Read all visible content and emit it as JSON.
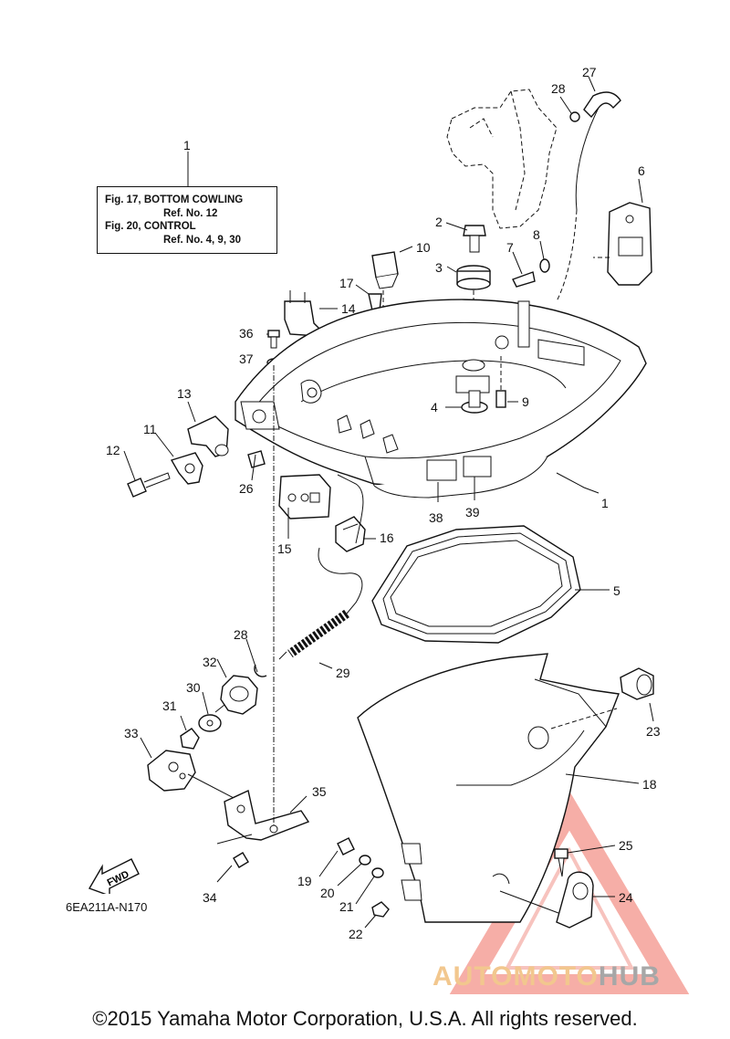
{
  "reference_box": {
    "line1": "Fig. 17, BOTTOM COWLING",
    "line2": "Ref. No. 12",
    "line3": "Fig. 20, CONTROL",
    "line4": "Ref. No. 4, 9, 30"
  },
  "fwd_label": "FWD",
  "diagram_code": "6EA211A-N170",
  "watermark": {
    "part1": "AUTOMOTO",
    "part2": "HUB",
    "color1": "#f2c78e",
    "color2": "#a7a7a7"
  },
  "copyright": "©2015 Yamaha Motor Corporation, U.S.A. All rights reserved.",
  "callouts": {
    "c1a": "1",
    "c1b": "1",
    "c2": "2",
    "c3": "3",
    "c4": "4",
    "c5": "5",
    "c6": "6",
    "c7": "7",
    "c8": "8",
    "c9": "9",
    "c10": "10",
    "c11": "11",
    "c12": "12",
    "c13": "13",
    "c14": "14",
    "c15": "15",
    "c16": "16",
    "c17": "17",
    "c18": "18",
    "c19": "19",
    "c20": "20",
    "c21": "21",
    "c22": "22",
    "c23": "23",
    "c24": "24",
    "c25": "25",
    "c26": "26",
    "c27": "27",
    "c28a": "28",
    "c28b": "28",
    "c29": "29",
    "c30": "30",
    "c31": "31",
    "c32": "32",
    "c33": "33",
    "c34": "34",
    "c35": "35",
    "c36": "36",
    "c37": "37",
    "c38": "38",
    "c39": "39"
  }
}
